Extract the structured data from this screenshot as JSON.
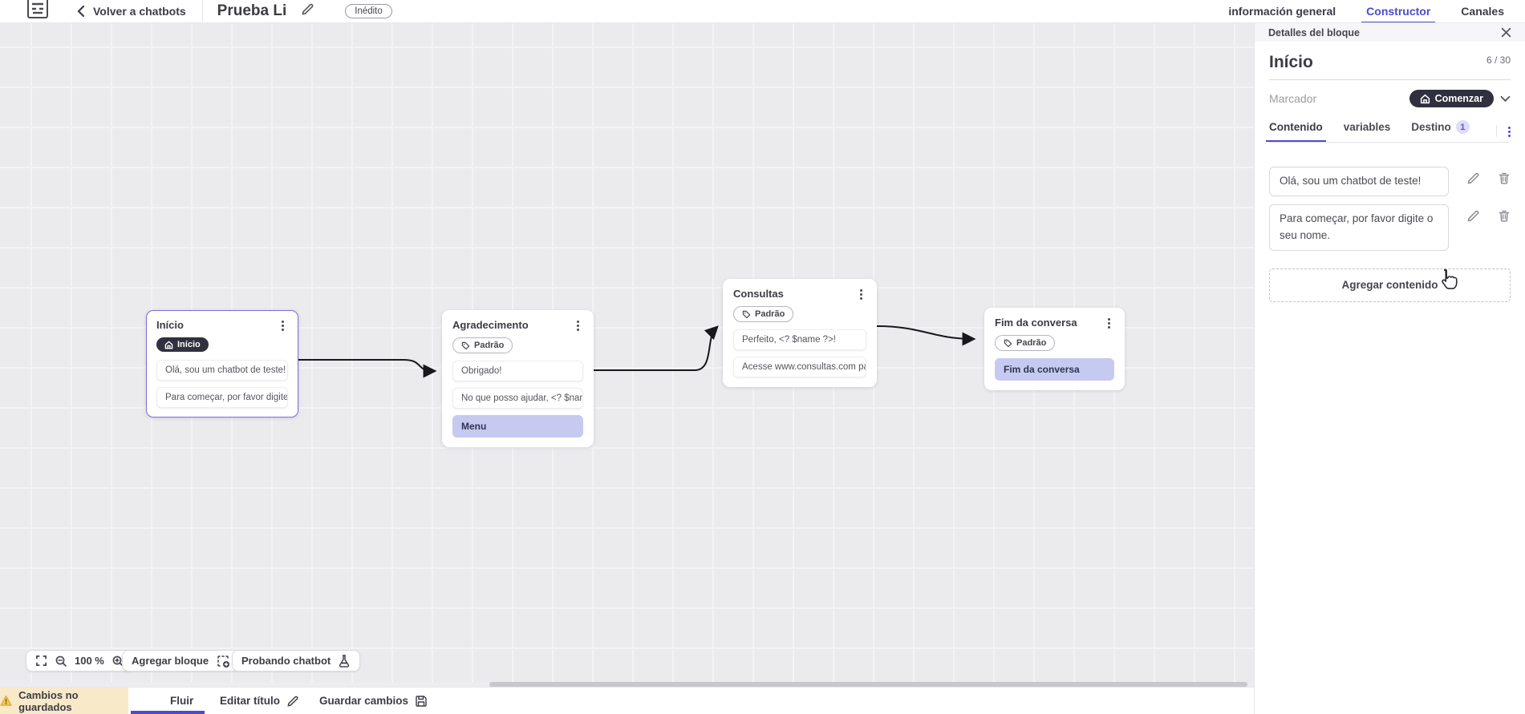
{
  "topbar": {
    "back_label": "Volver a chatbots",
    "title": "Prueba Li",
    "status_badge": "Inédito",
    "tabs": [
      {
        "label": "información general",
        "active": false
      },
      {
        "label": "Constructor",
        "active": true
      },
      {
        "label": "Canales",
        "active": false
      }
    ]
  },
  "panel": {
    "header": "Detalles del bloque",
    "block_name": "Início",
    "name_counter": "6 / 30",
    "marker_label": "Marcador",
    "marker_value": "Comenzar",
    "tabs": {
      "content": "Contenido",
      "variables": "variables",
      "destination": "Destino",
      "destination_badge": "1"
    },
    "contents": [
      "Olá, sou um chatbot de teste!",
      "Para começar, por favor digite o seu nome."
    ],
    "add_content_label": "Agregar contenido"
  },
  "canvas": {
    "zoom_level": "100 %",
    "add_block_label": "Agregar bloque",
    "test_chatbot_label": "Probando chatbot",
    "blocks": [
      {
        "title": "Início",
        "tag": "Início",
        "tag_type": "start",
        "selected": true,
        "rows": [
          {
            "text": "Olá, sou um chatbot de teste!"
          },
          {
            "text": "Para começar, por favor digite o ..."
          }
        ]
      },
      {
        "title": "Agradecimento",
        "tag": "Padrão",
        "tag_type": "default",
        "selected": false,
        "rows": [
          {
            "text": "Obrigado!"
          },
          {
            "text": "No que posso ajudar, <? $name ..."
          },
          {
            "text": "Menu",
            "highlight": true
          }
        ]
      },
      {
        "title": "Consultas",
        "tag": "Padrão",
        "tag_type": "default",
        "selected": false,
        "rows": [
          {
            "text": "Perfeito, <? $name ?>!"
          },
          {
            "text": "Acesse www.consultas.com par..."
          }
        ]
      },
      {
        "title": "Fim da conversa",
        "tag": "Padrão",
        "tag_type": "default",
        "selected": false,
        "rows": [
          {
            "text": "Fim da conversa",
            "highlight": true
          }
        ]
      }
    ]
  },
  "bottombar": {
    "unsaved_label": "Cambios no guardados",
    "flow_tab": "Fluir",
    "edit_title_label": "Editar título",
    "save_label": "Guardar cambios"
  },
  "colors": {
    "accent": "#4c4ad1",
    "dark_pill": "#30303f",
    "highlight_row": "#c6caf0",
    "selected_border": "#7b6ee0",
    "warning_bg": "#f8e9c8",
    "canvas_bg": "#ebebed"
  }
}
